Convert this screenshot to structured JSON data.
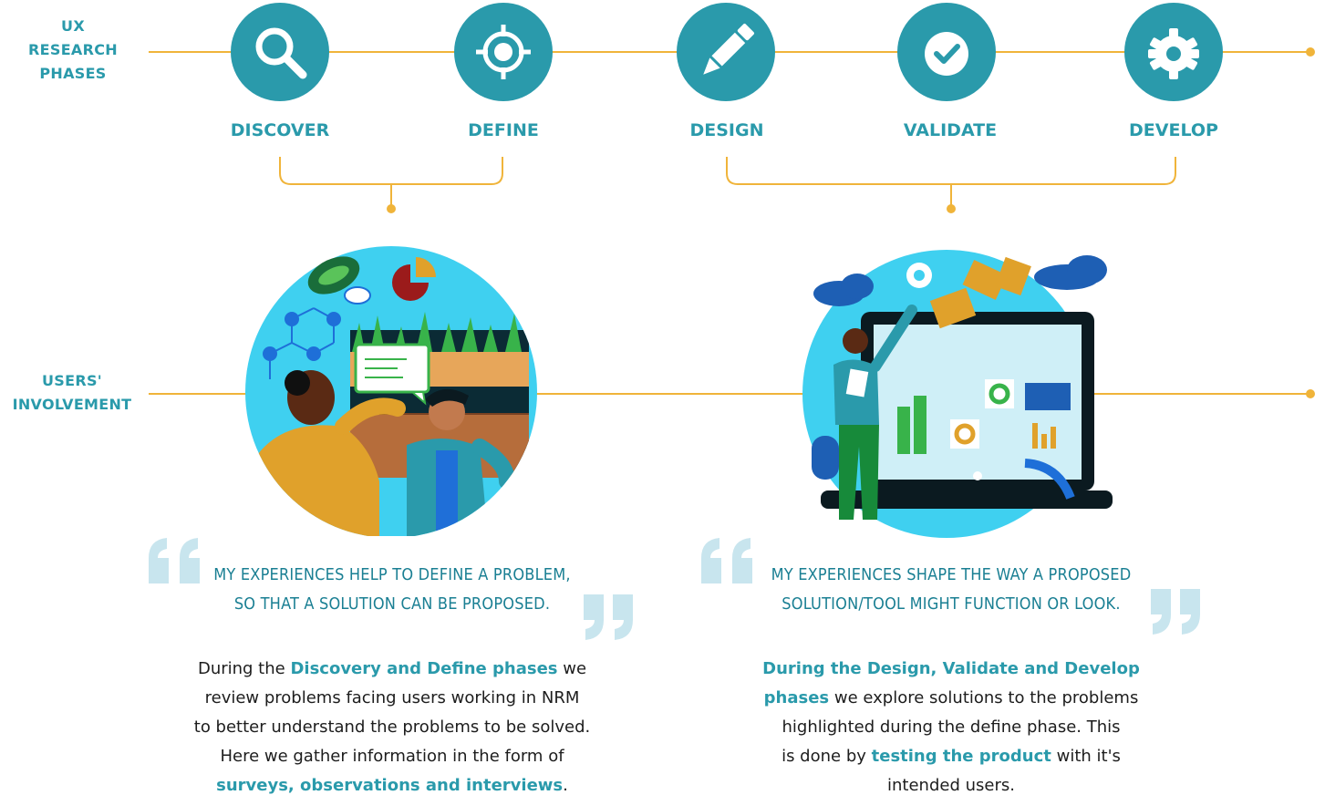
{
  "rows": {
    "ux_research_phases": "UX\nRESEARCH\nPHASES",
    "users_involvement": "USERS'\nINVOLVEMENT"
  },
  "phases": [
    {
      "label": "DISCOVER",
      "icon": "search-icon"
    },
    {
      "label": "DEFINE",
      "icon": "target-icon"
    },
    {
      "label": "DESIGN",
      "icon": "pencil-icon"
    },
    {
      "label": "VALIDATE",
      "icon": "checkmark-icon"
    },
    {
      "label": "DEVELOP",
      "icon": "gear-icon"
    }
  ],
  "quotes": {
    "left_line1": "MY EXPERIENCES HELP TO DEFINE A PROBLEM,",
    "left_line2": "SO THAT A SOLUTION CAN BE PROPOSED.",
    "right_line1": "MY EXPERIENCES SHAPE THE WAY A PROPOSED",
    "right_line2": "SOLUTION/TOOL MIGHT FUNCTION OR LOOK."
  },
  "left_body": {
    "l1_a": "During the ",
    "l1_b": "Discovery and Define phases",
    "l1_c": " we",
    "l2": "review problems facing users working in NRM",
    "l3": "to better understand the problems to be solved.",
    "l4": "Here we gather information in the form of",
    "l5_a": "surveys, observations and interviews",
    "l5_b": "."
  },
  "right_body": {
    "l1": "During the Design, Validate and Develop",
    "l2_a": "phases",
    "l2_b": " we explore solutions to the problems",
    "l3": "highlighted during the define phase. This",
    "l4_a": "is done by ",
    "l4_b": "testing the product",
    "l4_c": " with it's",
    "l5": "intended users."
  },
  "colors": {
    "teal": "#2a9aab",
    "line": "#f0b43a",
    "sky": "#3fd0f0",
    "quote_mark": "#c8e5ee"
  }
}
